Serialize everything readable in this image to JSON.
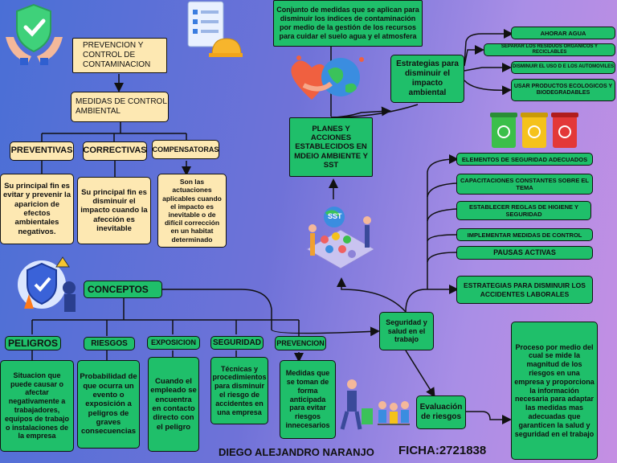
{
  "top_left": {
    "prevencion_title": "PREVENCION Y CONTROL DE CONTAMINACION",
    "medidas": "MEDIDAS DE CONTROL AMBIENTAL",
    "types": [
      {
        "label": "PREVENTIVAS",
        "desc": "Su principal fin es evitar y prevenir la aparicion de efectos ambientales negativos."
      },
      {
        "label": "CORRECTIVAS",
        "desc": "Su principal fin es disminuir el impacto cuando la afección es inevitable"
      },
      {
        "label": "COMPENSATORAS",
        "desc": "Son las actuaciones aplicables cuando el impacto es inevitable o de difícil corrección en un habitat determinado"
      }
    ]
  },
  "conceptos": {
    "title": "CONCEPTOS",
    "items": [
      {
        "label": "PELIGROS",
        "desc": "Situacion que puede causar o afectar negativamente a trabajadores, equipos de trabajo o instalaciones de la empresa"
      },
      {
        "label": "RIESGOS",
        "desc": "Probabilidad de que ocurra un evento o exposición a peligros de graves consecuencias"
      },
      {
        "label": "EXPOSICION",
        "desc": "Cuando el empleado se encuentra en contacto directo con el peligro"
      },
      {
        "label": "SEGURIDAD",
        "desc": "Técnicas y procedimientos para disminuir el riesgo de accidentes en una empresa"
      },
      {
        "label": "PREVENCION",
        "desc": "Medidas que se toman de forma anticipada para evitar riesgos innecesarios"
      }
    ]
  },
  "planes": {
    "title": "PLANES Y ACCIONES ESTABLECIDOS EN MDEIO AMBIENTE Y SST",
    "definition": "Conjunto de medidas que se aplican para disminuir los índices de contaminación por medio de la gestión de los recursos para cuidar el suelo agua y el atmosfera"
  },
  "estrategias_ambiente": {
    "title": "Estrategias para disminuir el impacto ambiental",
    "items": [
      "AHORAR AGUA",
      "SEPARAR LOS RESIDUOS ORGANICOS Y RECICLABLES",
      "DISMINUIR EL USO D E LOS AUTOMOVILES",
      "USAR PRODUCTOS ECOLOGICOS Y BIODEGRADABLES"
    ]
  },
  "sst_items": [
    "ELEMENTOS DE SEGURIDAD ADECUADOS",
    "CAPACITACIONES CONSTANTES SOBRE EL TEMA",
    "ESTABLECER REGLAS DE HIGIENE Y SEGURIDAD",
    "IMPLEMENTAR MEDIDAS DE CONTROL",
    "PAUSAS ACTIVAS",
    "ESTRATEGIAS PARA DISMINUIR LOS ACCIDENTES LABORALES"
  ],
  "seguridad_trabajo": "Seguridad y salud en el trabajo",
  "evaluacion": {
    "title": "Evaluación de riesgos",
    "desc": "Proceso por medio del cual se mide la magnitud de los riesgos en una empresa y proporciona la información necesaria para adaptar las medidas mas adecuadas que garanticen la salud y seguridad en el trabajo"
  },
  "sst_badge": "SST",
  "footer": {
    "author": "DIEGO ALEJANDRO NARANJO",
    "ficha": "FICHA:2721838"
  },
  "colors": {
    "green": "#1fbf6a",
    "yellow": "#fde8b2"
  },
  "icons": [
    "shield-hands-icon",
    "checklist-helmet-icon",
    "earth-heart-icon",
    "recycle-bins-icon",
    "sst-people-icon",
    "safety-shield-icon",
    "workers-icon"
  ]
}
